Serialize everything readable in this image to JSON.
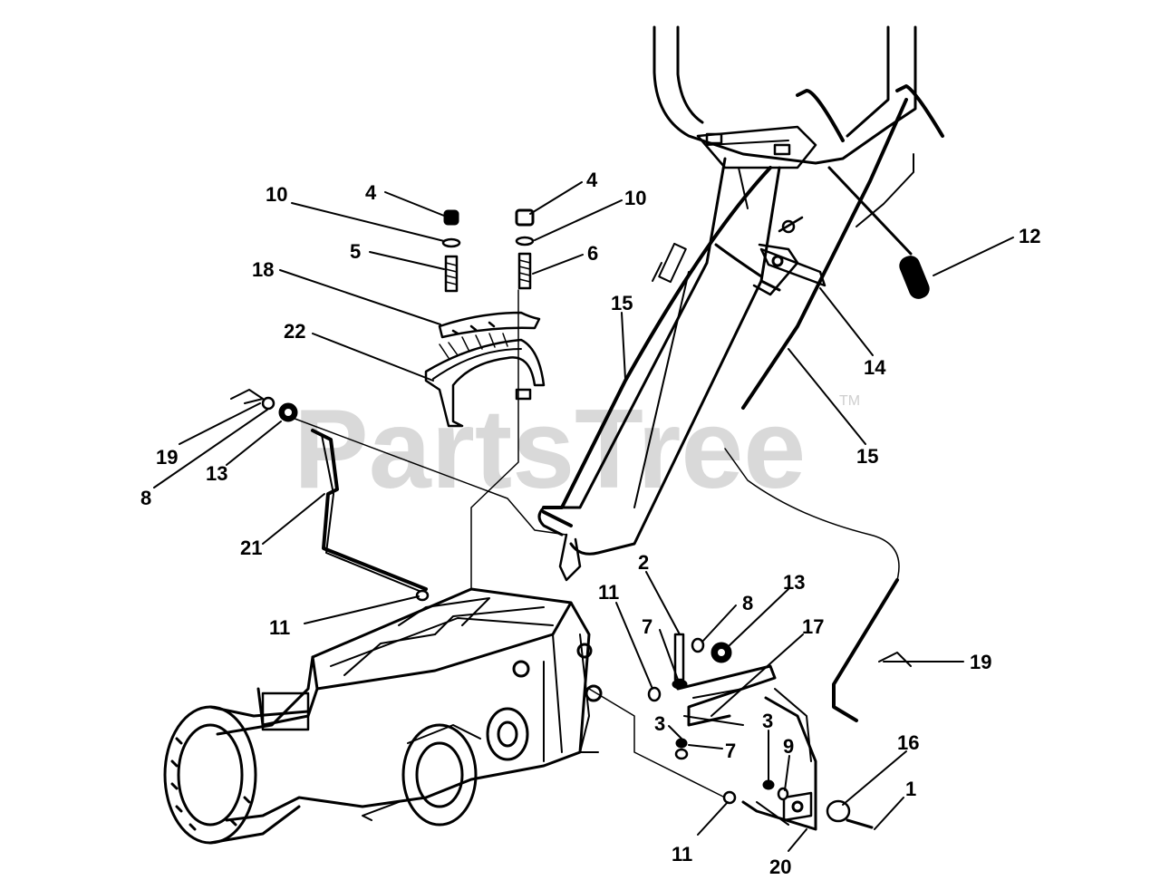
{
  "watermark": {
    "brand": "PartsTree",
    "trademark": "TM"
  },
  "callouts": [
    {
      "id": "c-10a",
      "label": "10"
    },
    {
      "id": "c-4a",
      "label": "4"
    },
    {
      "id": "c-4b",
      "label": "4"
    },
    {
      "id": "c-10b",
      "label": "10"
    },
    {
      "id": "c-12",
      "label": "12"
    },
    {
      "id": "c-5",
      "label": "5"
    },
    {
      "id": "c-6",
      "label": "6"
    },
    {
      "id": "c-18",
      "label": "18"
    },
    {
      "id": "c-15a",
      "label": "15"
    },
    {
      "id": "c-14",
      "label": "14"
    },
    {
      "id": "c-22",
      "label": "22"
    },
    {
      "id": "c-15b",
      "label": "15"
    },
    {
      "id": "c-19a",
      "label": "19"
    },
    {
      "id": "c-13a",
      "label": "13"
    },
    {
      "id": "c-8a",
      "label": "8"
    },
    {
      "id": "c-21",
      "label": "21"
    },
    {
      "id": "c-2",
      "label": "2"
    },
    {
      "id": "c-11a",
      "label": "11"
    },
    {
      "id": "c-8b",
      "label": "8"
    },
    {
      "id": "c-13b",
      "label": "13"
    },
    {
      "id": "c-11b",
      "label": "11"
    },
    {
      "id": "c-7a",
      "label": "7"
    },
    {
      "id": "c-17",
      "label": "17"
    },
    {
      "id": "c-19b",
      "label": "19"
    },
    {
      "id": "c-3a",
      "label": "3"
    },
    {
      "id": "c-7b",
      "label": "7"
    },
    {
      "id": "c-3b",
      "label": "3"
    },
    {
      "id": "c-9",
      "label": "9"
    },
    {
      "id": "c-16",
      "label": "16"
    },
    {
      "id": "c-1",
      "label": "1"
    },
    {
      "id": "c-11c",
      "label": "11"
    },
    {
      "id": "c-20",
      "label": "20"
    }
  ]
}
